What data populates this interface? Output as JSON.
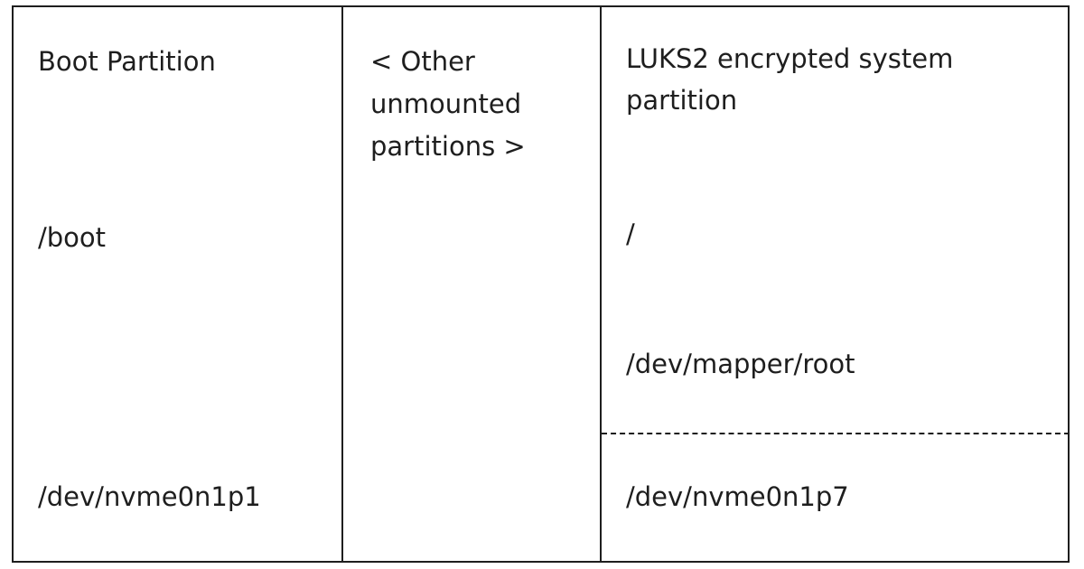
{
  "columns": [
    {
      "title": "Boot Partition",
      "mount": "/boot",
      "device": "/dev/nvme0n1p1"
    },
    {
      "title_lines": [
        "< Other",
        "unmounted",
        "partitions >"
      ]
    },
    {
      "title_lines": [
        "LUKS2 encrypted system",
        "partition"
      ],
      "mount": "/",
      "mapper": "/dev/mapper/root",
      "device": "/dev/nvme0n1p7"
    }
  ]
}
